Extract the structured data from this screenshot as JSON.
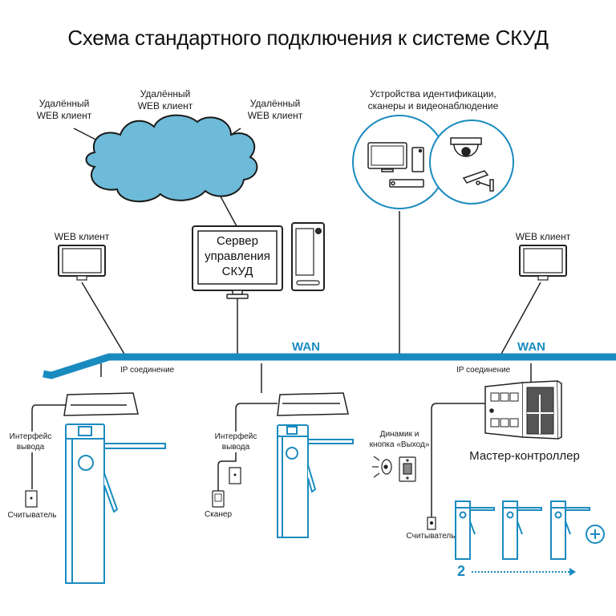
{
  "title": "Схема стандартного подключения к системе СКУД",
  "colors": {
    "accent": "#1a8bbf",
    "cloud_fill": "#6dbad9",
    "line": "#222222"
  },
  "cloud": {
    "remote_clients": [
      {
        "line1": "Удалённый",
        "line2": "WEB клиент"
      },
      {
        "line1": "Удалённый",
        "line2": "WEB клиент"
      },
      {
        "line1": "Удалённый",
        "line2": "WEB клиент"
      }
    ]
  },
  "server": {
    "line1": "Сервер",
    "line2": "управления",
    "line3": "СКУД"
  },
  "web_clients": [
    {
      "label": "WEB клиент"
    },
    {
      "label": "WEB клиент"
    }
  ],
  "devices": {
    "line1": "Устройства идентификации,",
    "line2": "сканеры и видеонаблюдение",
    "icons": [
      "monitor-icon",
      "card-reader-icon",
      "dvr-icon",
      "dome-camera-icon",
      "bullet-camera-icon"
    ]
  },
  "network": {
    "wan_labels": [
      "WAN",
      "WAN"
    ],
    "ip_labels": [
      "IP соединение",
      "IP соединение"
    ]
  },
  "turnstile_groups": [
    {
      "interface_line1": "Интерфейс",
      "interface_line2": "вывода",
      "device_label": "Считыватель"
    },
    {
      "interface_line1": "Интерфейс",
      "interface_line2": "вывода",
      "device_label": "Сканер"
    }
  ],
  "master": {
    "label": "Мастер-контроллер",
    "speaker_line1": "Динамик и",
    "speaker_line2": "кнопка «Выход»",
    "reader_label": "Считыватель",
    "turnstile_count_label": "2",
    "add_symbol": "+"
  }
}
